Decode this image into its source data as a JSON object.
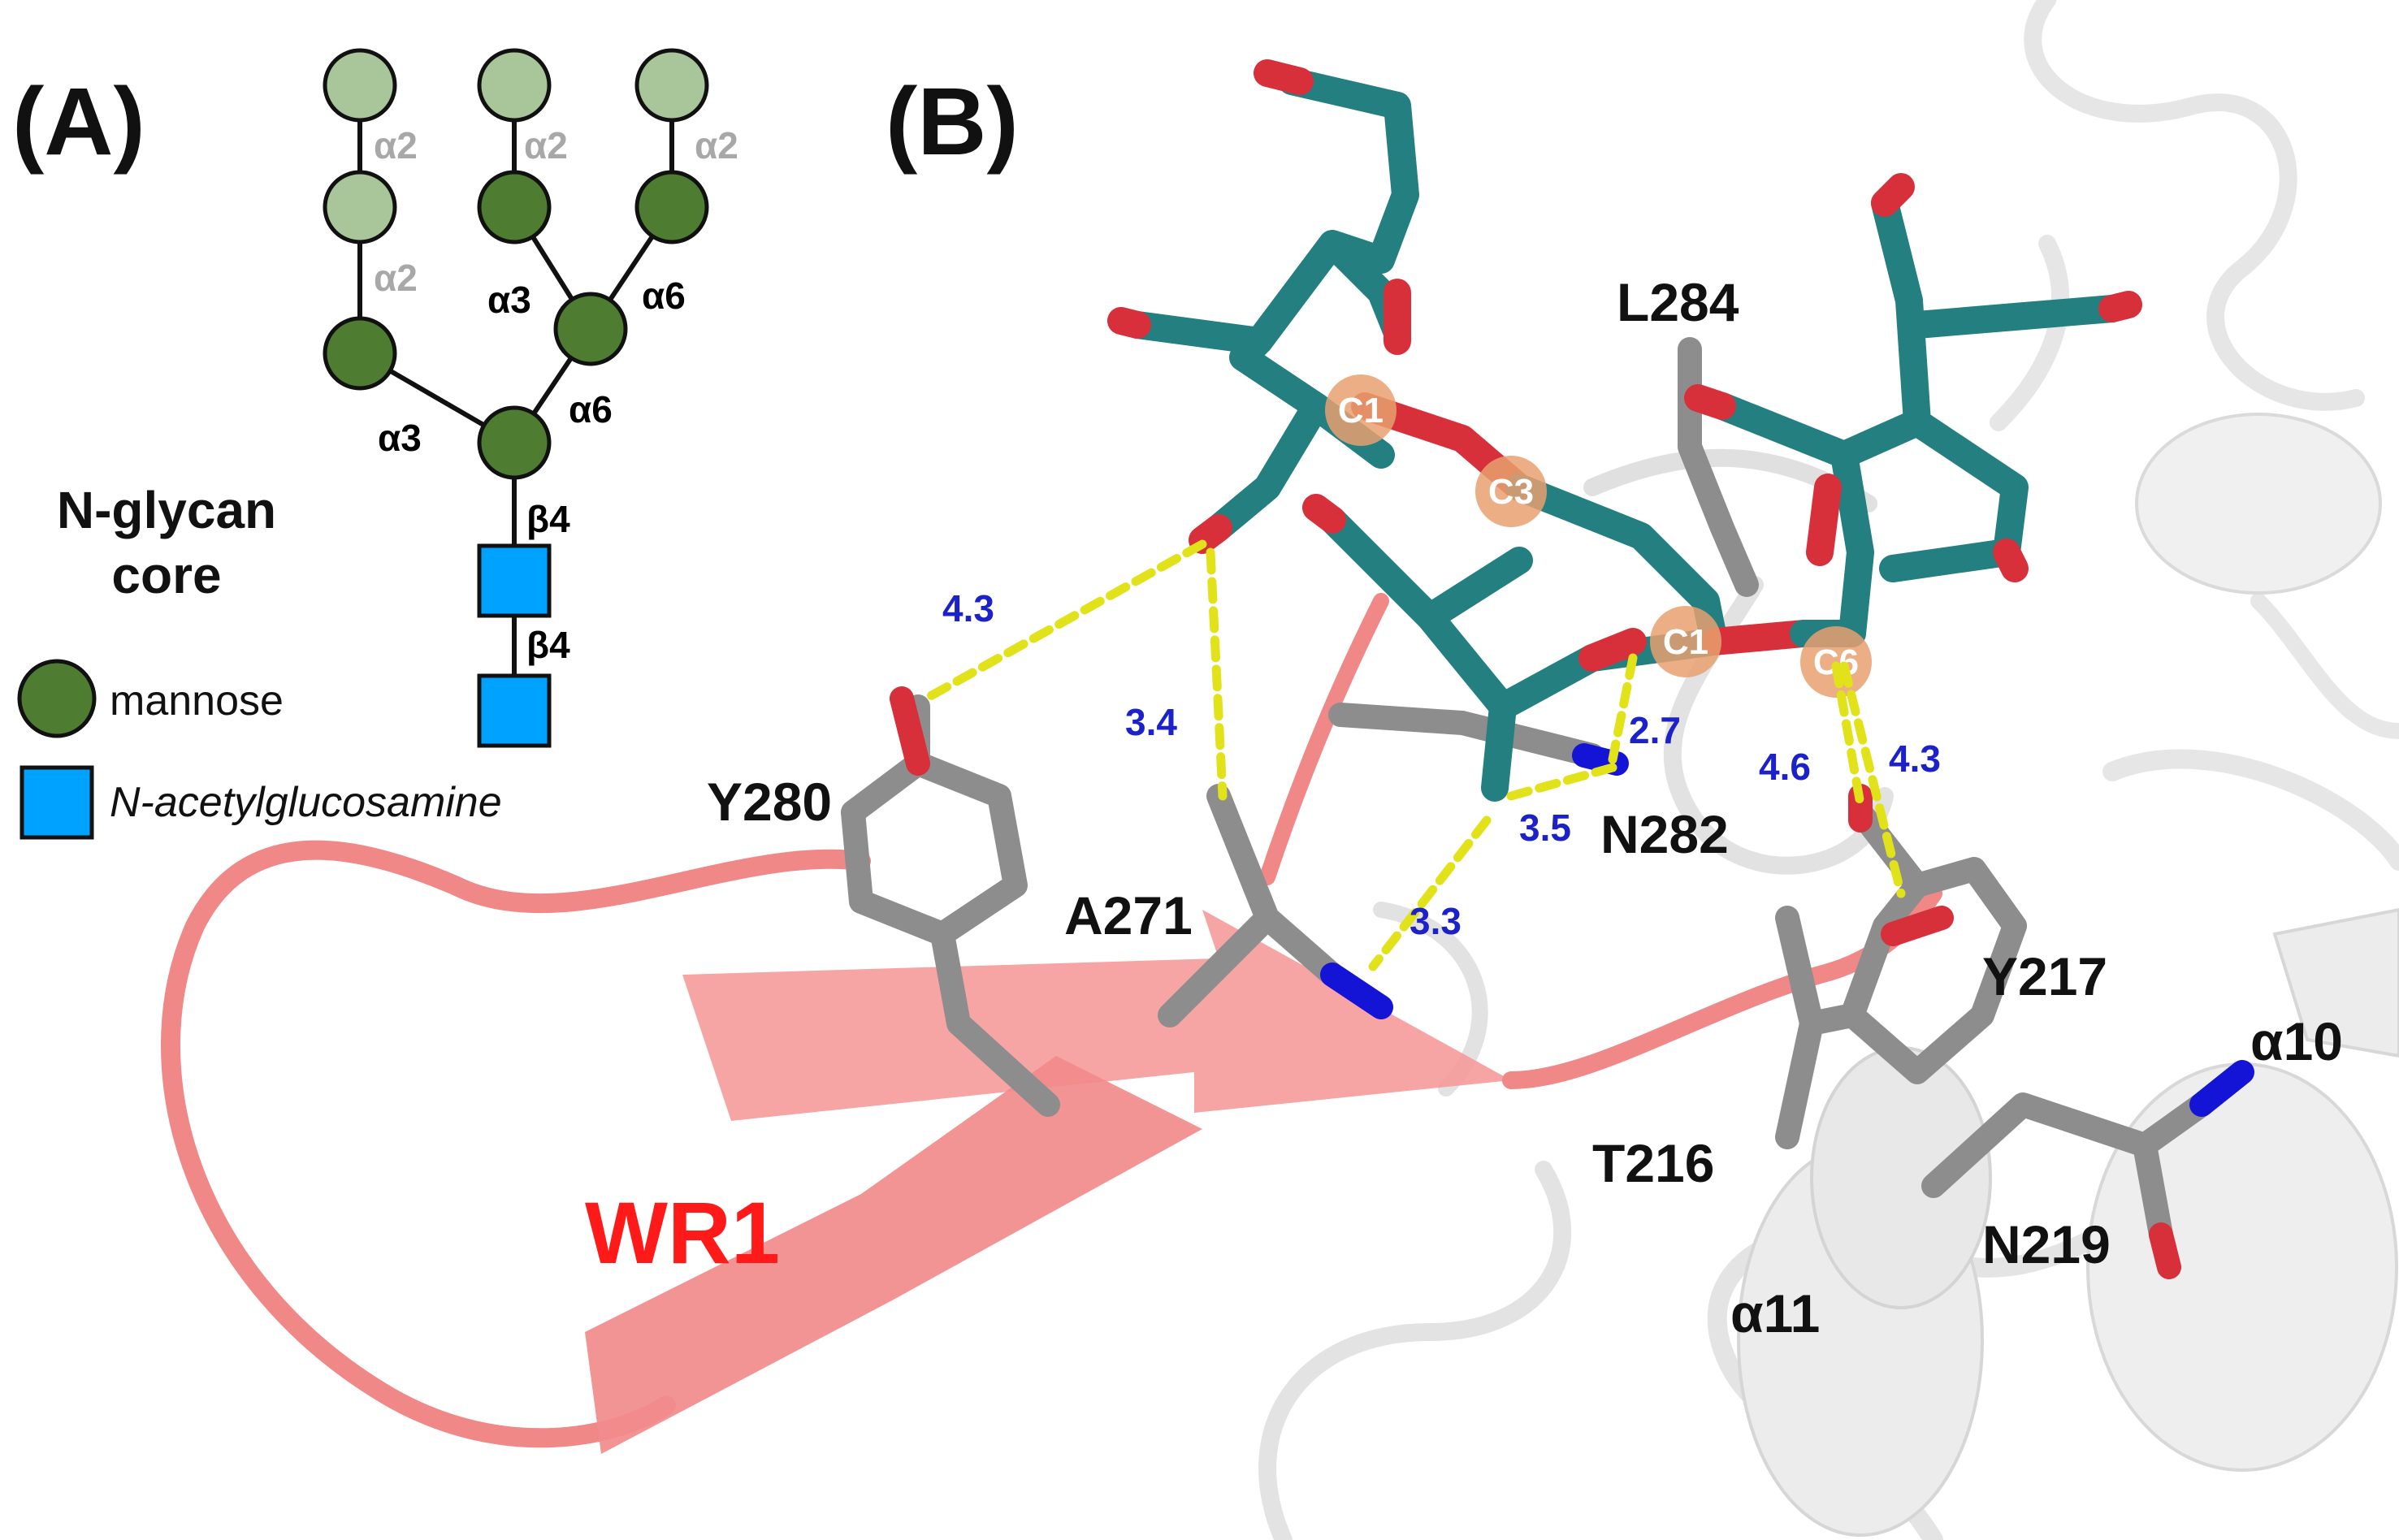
{
  "panels": {
    "a": "(A)",
    "b": "(B)"
  },
  "glycan": {
    "title_line1": "N-glycan",
    "title_line2": "core",
    "links": {
      "outer_left": "α2",
      "outer_mid": "α2",
      "outer_right": "α2",
      "inner_left": "α2",
      "branch_a3": "α3",
      "branch_a6": "α6",
      "core_a3": "α3",
      "core_a6": "α6",
      "beta_top": "β4",
      "beta_bottom": "β4"
    },
    "legend": {
      "mannose": "mannose",
      "glcnac": "N-acetylglucosamine"
    },
    "colors": {
      "mannose": "#4e7c31",
      "mannose_faint": "#a9c59a",
      "glcnac": "#00a2ff"
    }
  },
  "structure": {
    "residues": {
      "l284": "L284",
      "y280": "Y280",
      "a271": "A271",
      "n282": "N282",
      "y217": "Y217",
      "t216": "T216",
      "n219": "N219",
      "a10": "α10",
      "a11": "α11"
    },
    "distances": {
      "d_y280": "4.3",
      "d_a271": "3.4",
      "d_n282_a": "2.7",
      "d_n282_b": "3.5",
      "d_a271_n": "3.3",
      "d_y217_a": "4.6",
      "d_y217_b": "4.3"
    },
    "carbons": {
      "c1_top": "C1",
      "c3": "C3",
      "c1_mid": "C1",
      "c6": "C6"
    },
    "region": "WR1",
    "colors": {
      "sugar": "#237f80",
      "oxygen": "#d8303a",
      "nitrogen": "#1414d6",
      "residue": "#8c8c8c",
      "loop": "#f08888",
      "hbond": "#e2e21a",
      "ring": "#e8a070"
    }
  }
}
